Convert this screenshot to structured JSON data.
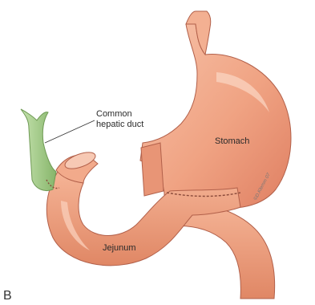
{
  "labels": {
    "common_hepatic_duct_line1": "Common",
    "common_hepatic_duct_line2": "hepatic duct",
    "stomach": "Stomach",
    "jejunum": "Jejunum",
    "panel_letter": "B"
  },
  "signature": "©D.Klemm 07",
  "colors": {
    "tissue": "#f0a383",
    "tissue_shadow": "#df7f62",
    "tissue_light": "#f7c3aa",
    "outline": "#b2604a",
    "duct": "#a9cf8c",
    "duct_outline": "#6f9a55",
    "suture": "#8a4a3a",
    "leader_line": "#333333"
  }
}
